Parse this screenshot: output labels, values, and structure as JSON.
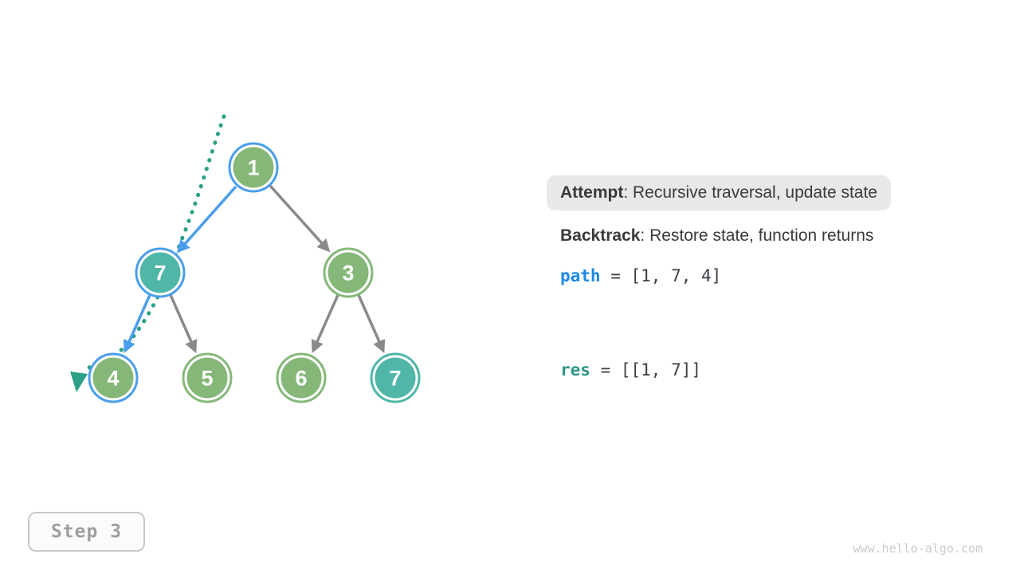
{
  "page": {
    "step_label": "Step 3",
    "watermark": "www.hello-algo.com"
  },
  "legend": {
    "attempt": {
      "label": "Attempt",
      "text": ": Recursive traversal, update state",
      "highlighted": true
    },
    "backtrack": {
      "label": "Backtrack",
      "text": ": Restore state, function returns",
      "highlighted": false
    }
  },
  "state_vars": {
    "path": {
      "name": "path",
      "equals": " = ",
      "value": "[1, 7, 4]"
    },
    "res": {
      "name": "res",
      "equals": " = ",
      "value": "[[1, 7]]"
    }
  },
  "tree": {
    "nodes": [
      {
        "value": "1",
        "fill": "green",
        "ring": "blue",
        "role": "root"
      },
      {
        "value": "7",
        "fill": "teal",
        "ring": "blue",
        "role": "left-child"
      },
      {
        "value": "3",
        "fill": "green",
        "ring": "green",
        "role": "right-child"
      },
      {
        "value": "4",
        "fill": "green",
        "ring": "blue",
        "role": "leaf-current"
      },
      {
        "value": "5",
        "fill": "green",
        "ring": "green",
        "role": "leaf"
      },
      {
        "value": "6",
        "fill": "green",
        "ring": "green",
        "role": "leaf"
      },
      {
        "value": "7",
        "fill": "teal",
        "ring": "teal",
        "role": "leaf"
      }
    ],
    "edges": [
      {
        "from": "1",
        "to": "7",
        "state": "active"
      },
      {
        "from": "1",
        "to": "3",
        "state": "default"
      },
      {
        "from": "7",
        "to": "4",
        "state": "active"
      },
      {
        "from": "7",
        "to": "5",
        "state": "default"
      },
      {
        "from": "3",
        "to": "6",
        "state": "default"
      },
      {
        "from": "3",
        "to": "7",
        "state": "default"
      }
    ],
    "trail": {
      "description": "dotted traversal trail with arrowhead ending left of node 4"
    }
  },
  "colors": {
    "node_green": "#85B878",
    "node_teal": "#50B6A8",
    "ring_blue": "#4A9EEB",
    "edge_gray": "#8A8A8A",
    "trail_teal": "#2CA188",
    "path_blue": "#1E88E5",
    "res_teal": "#2F9687",
    "highlight_bg": "#E8E8E8",
    "text_dark": "#3A3A3A",
    "step_text": "#9E9E9E",
    "watermark_gray": "#CBCBCB"
  }
}
